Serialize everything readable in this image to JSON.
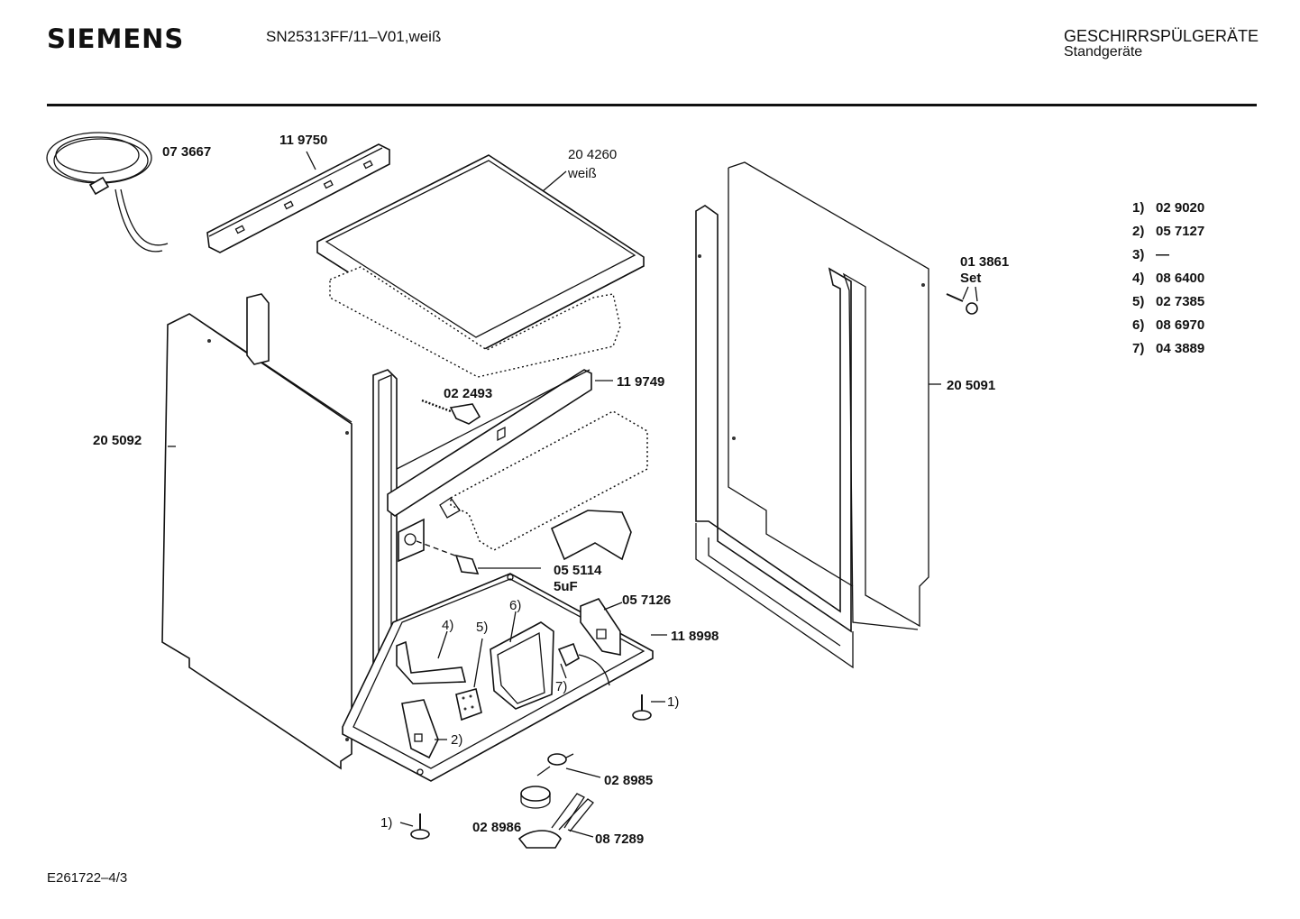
{
  "header": {
    "brand": "SIEMENS",
    "model": "SN25313FF/11–V01,weiß",
    "category": "GESCHIRRSPÜLGERÄTE",
    "subcategory": "Standgeräte"
  },
  "footer": {
    "doc_code": "E261722–4/3"
  },
  "legend": [
    {
      "idx": "1)",
      "part": "02 9020"
    },
    {
      "idx": "2)",
      "part": "05 7127"
    },
    {
      "idx": "3)",
      "part": "—"
    },
    {
      "idx": "4)",
      "part": "08 6400"
    },
    {
      "idx": "5)",
      "part": "02 7385"
    },
    {
      "idx": "6)",
      "part": "08 6970"
    },
    {
      "idx": "7)",
      "part": "04 3889"
    }
  ],
  "callouts": {
    "cable": "07 3667",
    "rail_top": "11 9750",
    "worktop": "20 4260",
    "worktop_color": "weiß",
    "screw_set": "01 3861",
    "screw_set_sub": "Set",
    "screw": "02 2493",
    "bracket": "11 9749",
    "side_left": "20 5092",
    "side_right": "20 5091",
    "capacitor": "05 5114",
    "capacitor_sub": "5uF",
    "switch": "05 7126",
    "base": "11 8998",
    "float_switch": "02 8985",
    "float": "02 8986",
    "holder": "08 7289",
    "ref1": "1)",
    "ref2": "2)",
    "ref4": "4)",
    "ref5": "5)",
    "ref6": "6)",
    "ref7": "7)",
    "ref1b": "1)"
  }
}
